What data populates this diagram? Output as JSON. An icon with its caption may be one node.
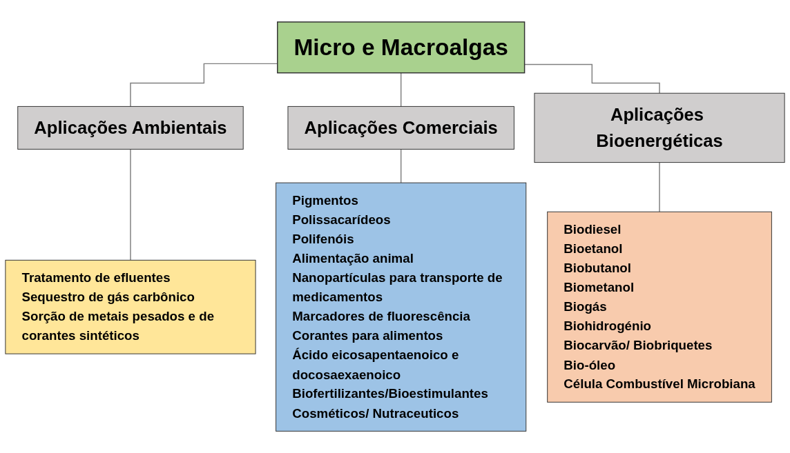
{
  "diagram": {
    "nodes": [
      {
        "text": [
          "Micro e Macroalgas"
        ]
      },
      {
        "text": [
          "Aplicações Ambientais"
        ]
      },
      {
        "text": [
          "Aplicações Comerciais"
        ]
      },
      {
        "text": [
          "Aplicações Bioenergéticas"
        ]
      },
      {
        "text": [
          "Tratamento de efluentes",
          "Sequestro de gás carbônico",
          "Sorção de metais pesados e de corantes sintéticos"
        ]
      },
      {
        "text": [
          "Pigmentos",
          "Polissacarídeos",
          "Polifenóis",
          "Alimentação animal",
          "Nanopartículas para transporte de medicamentos",
          "Marcadores de fluorescência",
          "Corantes para alimentos",
          "Ácido eicosapentaenoico e docosaexaenoico",
          "Biofertilizantes/Bioestimulantes",
          "Cosméticos/ Nutraceuticos"
        ]
      },
      {
        "text": [
          "Biodiesel",
          "Bioetanol",
          "Biobutanol",
          "Biometanol",
          "Biogás",
          "Biohidrogénio",
          "Biocarvão/ Biobriquetes",
          "Bio-óleo",
          "Célula Combustível Microbiana"
        ]
      }
    ],
    "edges": [
      {
        "from": 0,
        "to": 1,
        "arrow": "none"
      },
      {
        "from": 0,
        "to": 2,
        "arrow": "none"
      },
      {
        "from": 0,
        "to": 3,
        "arrow": "none"
      },
      {
        "from": 1,
        "to": 4,
        "arrow": "none"
      },
      {
        "from": 2,
        "to": 5,
        "arrow": "none"
      },
      {
        "from": 3,
        "to": 6,
        "arrow": "none"
      }
    ]
  }
}
